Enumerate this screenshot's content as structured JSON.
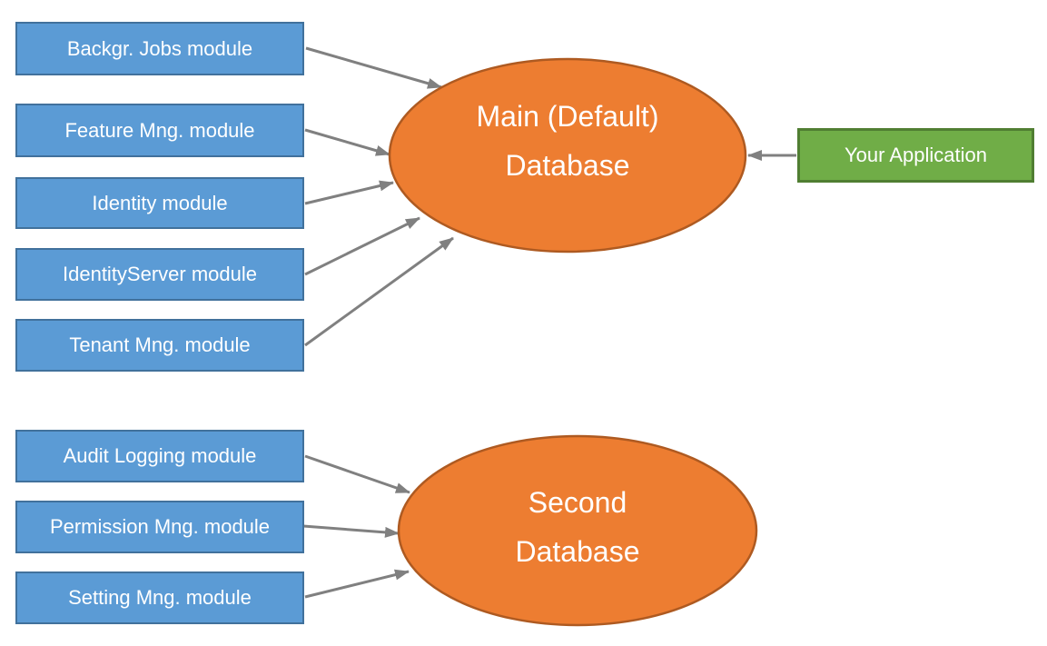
{
  "diagram": {
    "main_modules": [
      {
        "label": "Backgr. Jobs module"
      },
      {
        "label": "Feature Mng. module"
      },
      {
        "label": "Identity module"
      },
      {
        "label": "IdentityServer module"
      },
      {
        "label": "Tenant Mng. module"
      }
    ],
    "second_modules": [
      {
        "label": "Audit Logging module"
      },
      {
        "label": "Permission Mng. module"
      },
      {
        "label": "Setting Mng. module"
      }
    ],
    "databases": [
      {
        "line1": "Main (Default)",
        "line2": "Database"
      },
      {
        "line1": "Second",
        "line2": "Database"
      }
    ],
    "application": {
      "label": "Your Application"
    },
    "edges": [
      {
        "from": "Backgr. Jobs module",
        "to": "Main (Default) Database"
      },
      {
        "from": "Feature Mng. module",
        "to": "Main (Default) Database"
      },
      {
        "from": "Identity module",
        "to": "Main (Default) Database"
      },
      {
        "from": "IdentityServer module",
        "to": "Main (Default) Database"
      },
      {
        "from": "Tenant Mng. module",
        "to": "Main (Default) Database"
      },
      {
        "from": "Audit Logging module",
        "to": "Second Database"
      },
      {
        "from": "Permission Mng. module",
        "to": "Second Database"
      },
      {
        "from": "Setting Mng. module",
        "to": "Second Database"
      },
      {
        "from": "Your Application",
        "to": "Main (Default) Database"
      }
    ],
    "colors": {
      "module_fill": "#5B9BD5",
      "module_border": "#41719C",
      "database_fill": "#ED7D31",
      "database_border": "#AE5A21",
      "application_fill": "#70AD47",
      "application_border": "#507E32",
      "arrow": "#808080",
      "text": "#FFFFFF",
      "background": "#FFFFFF"
    }
  }
}
